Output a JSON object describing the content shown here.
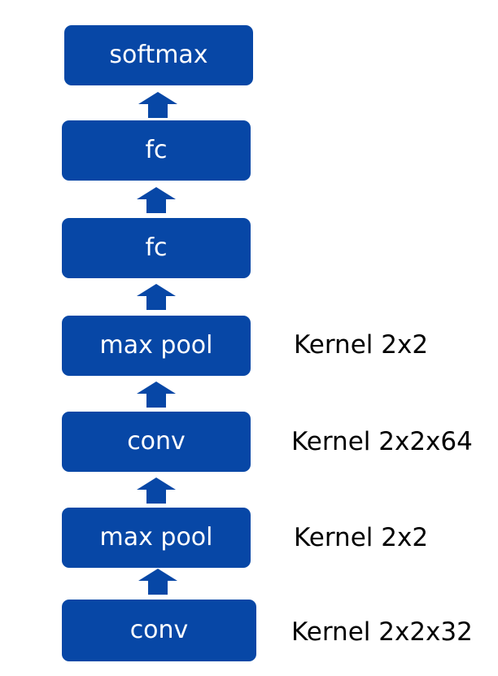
{
  "diagram": {
    "colors": {
      "block": "#0747a6",
      "block_text": "#ffffff",
      "arrow": "#0747a6",
      "note_text": "#000000"
    },
    "layers": [
      {
        "label": "softmax",
        "note": ""
      },
      {
        "label": "fc",
        "note": ""
      },
      {
        "label": "fc",
        "note": ""
      },
      {
        "label": "max pool",
        "note": "Kernel 2x2"
      },
      {
        "label": "conv",
        "note": "Kernel 2x2x64"
      },
      {
        "label": "max pool",
        "note": "Kernel 2x2"
      },
      {
        "label": "conv",
        "note": "Kernel 2x2x32"
      }
    ]
  }
}
